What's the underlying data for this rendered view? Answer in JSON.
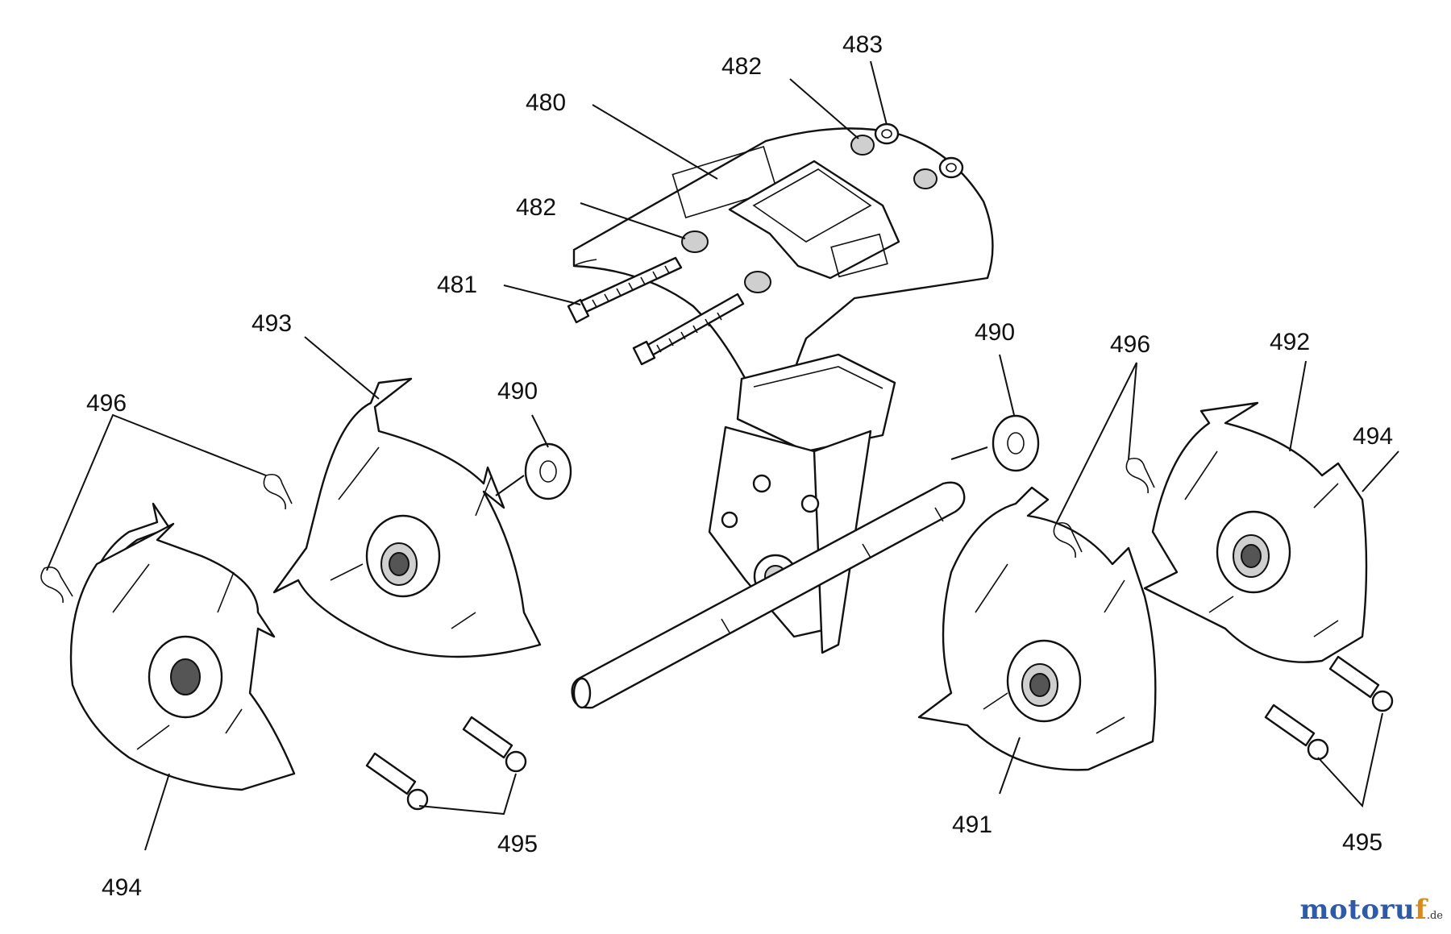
{
  "callouts": {
    "c480": "480",
    "c481": "481",
    "c482_top": "482",
    "c482_mid": "482",
    "c483": "483",
    "c490_left": "490",
    "c490_right": "490",
    "c491": "491",
    "c492": "492",
    "c493": "493",
    "c494_left": "494",
    "c494_right": "494",
    "c495_left": "495",
    "c495_right": "495",
    "c496_left": "496",
    "c496_right": "496"
  },
  "watermark": {
    "main_a": "motoru",
    "accent": "f",
    "tld": ".de"
  },
  "colors": {
    "watermark_blue": "#2e5aa8",
    "watermark_orange": "#d98a1c"
  }
}
